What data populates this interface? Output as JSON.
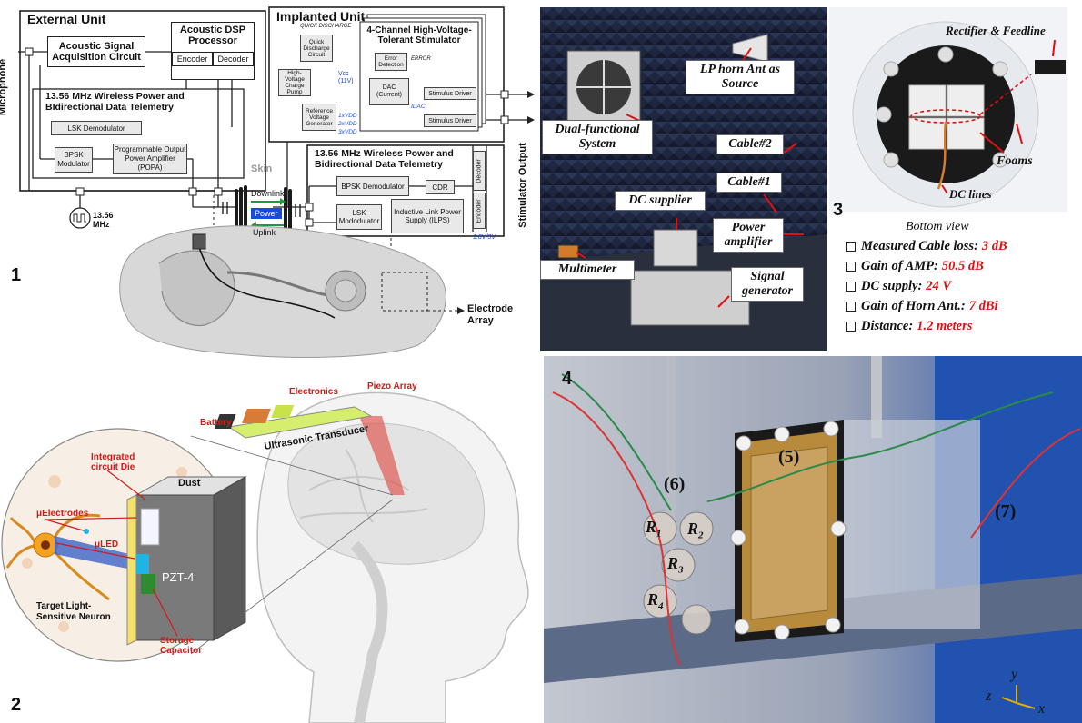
{
  "panel1": {
    "number": "1",
    "external_title": "External Unit",
    "implanted_title": "Implanted Unit",
    "microphone": "Microphone",
    "acoustic_acq": "Acoustic Signal Acquisition Circuit",
    "dsp_title": "Acoustic DSP Processor",
    "encoder": "Encoder",
    "decoder": "Decoder",
    "telemetry_ext": "13.56 MHz Wireless Power and BIdirectional Data Telemetry",
    "lsk_demod": "LSK Demodulator",
    "bpsk_mod": "BPSK Modulator",
    "popa": "Programmable Output Power Amplifier (POPA)",
    "clock": "13.56 MHz",
    "skin": "Skin",
    "downlink": "Downlink",
    "power": "Power",
    "uplink": "Uplink",
    "quick_discharge": "QUICK DISCHARGE",
    "qd_circuit": "Quick Discharge Circuit",
    "hv_pump": "High-Voltage Charge Pump",
    "ref_gen": "Reference Voltage Generator",
    "vcc": "Vcc (11V)",
    "vdd_levels": [
      "1xVDD",
      "2xVDD",
      "3xVDD"
    ],
    "stim_title": "4-Channel High-Voltage-Tolerant Stimulator",
    "error_det": "Error Detection",
    "error": "ERROR",
    "dac": "DAC (Current)",
    "idac": "IDAC",
    "stim_driver": "Stimulus Driver",
    "stim_output": "Stimulator Output",
    "telemetry_imp": "13.56 MHz Wireless Power and Bidirectional Data Telemetry",
    "bpsk_demod": "BPSK Demodulator",
    "cdr": "CDR",
    "lsk_mod": "LSK Mododulator",
    "ilps": "Inductive Link Power Supply (ILPS)",
    "imp_decoder": "Decoder",
    "imp_encoder": "Encoder",
    "supply": "1.8V/3V",
    "electrode": "Electrode Array"
  },
  "panel2": {
    "number": "2",
    "electronics": "Electronics",
    "piezo": "Piezo Array",
    "battery": "Battery",
    "transducer": "Ultrasonic Transducer",
    "ic_die": "Integrated circuit Die",
    "dust": "Dust",
    "uelectrodes": "μElectrodes",
    "uled": "μLED",
    "pzt": "PZT-4",
    "neuron": "Target Light-Sensitive Neuron",
    "capacitor": "Storage Capacitor"
  },
  "panel_photo": {
    "horn": "LP horn Ant as Source",
    "dual": "Dual-functional System",
    "cable2": "Cable#2",
    "cable1": "Cable#1",
    "dc_supplier": "DC supplier",
    "power_amp": "Power amplifier",
    "multimeter": "Multimeter",
    "signal_gen": "Signal generator"
  },
  "panel3": {
    "number": "3",
    "rectifier": "Rectifier & Feedline",
    "foams": "Foams",
    "dc_lines": "DC lines",
    "bottom_view": "Bottom view",
    "specs": [
      {
        "label": "Measured Cable loss:",
        "value": "3 dB"
      },
      {
        "label": "Gain of AMP:",
        "value": "50.5 dB"
      },
      {
        "label": "DC supply:",
        "value": "24 V"
      },
      {
        "label": "Gain of Horn Ant.:",
        "value": "7 dBi"
      },
      {
        "label": "Distance:",
        "value": "1.2 meters"
      }
    ]
  },
  "panel4": {
    "number": "4",
    "l5": "(5)",
    "l6": "(6)",
    "l7": "(7)",
    "r1": "R",
    "r1s": "1",
    "r2": "R",
    "r2s": "2",
    "r3": "R",
    "r3s": "3",
    "r4": "R",
    "r4s": "4",
    "ax_y": "y",
    "ax_z": "z",
    "ax_x": "x"
  },
  "colors": {
    "accent_red": "#e01010",
    "link_blue": "#1a4bd8",
    "link_green": "#1f9a3a",
    "anechoic": "#1c2333",
    "gold": "#b88a3c"
  }
}
